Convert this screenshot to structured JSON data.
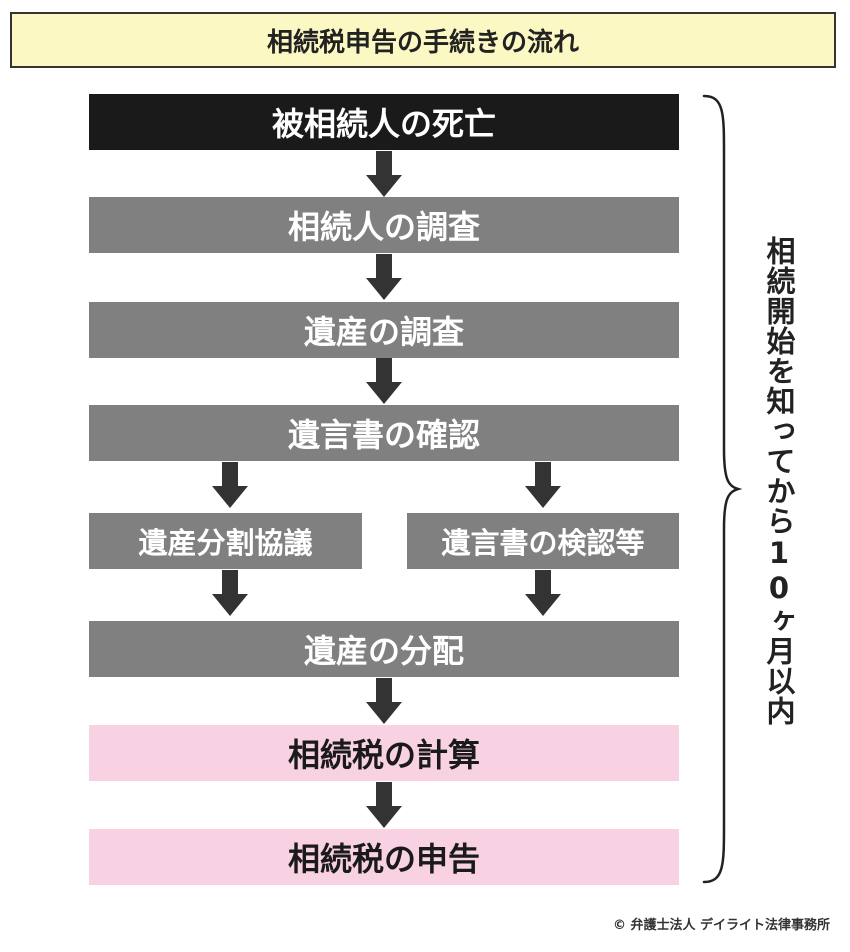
{
  "title": "相続税申告の手続きの流れ",
  "steps": {
    "death": "被相続人の死亡",
    "heir_survey": "相続人の調査",
    "estate_survey": "遺産の調査",
    "will_check": "遺言書の確認",
    "division_talks": "遺産分割協議",
    "will_probate": "遺言書の検認等",
    "distribution": "遺産の分配",
    "tax_calc": "相続税の計算",
    "tax_filing": "相続税の申告"
  },
  "deadline_note": "相続開始を知ってから10ヶ月以内",
  "copyright": "© 弁護士法人 デイライト法律事務所",
  "colors": {
    "title_bg": "#fbf8c4",
    "step_dark": "#1a1a1a",
    "step_gray": "#808080",
    "step_pink": "#f8d1e2",
    "arrow": "#333333"
  }
}
